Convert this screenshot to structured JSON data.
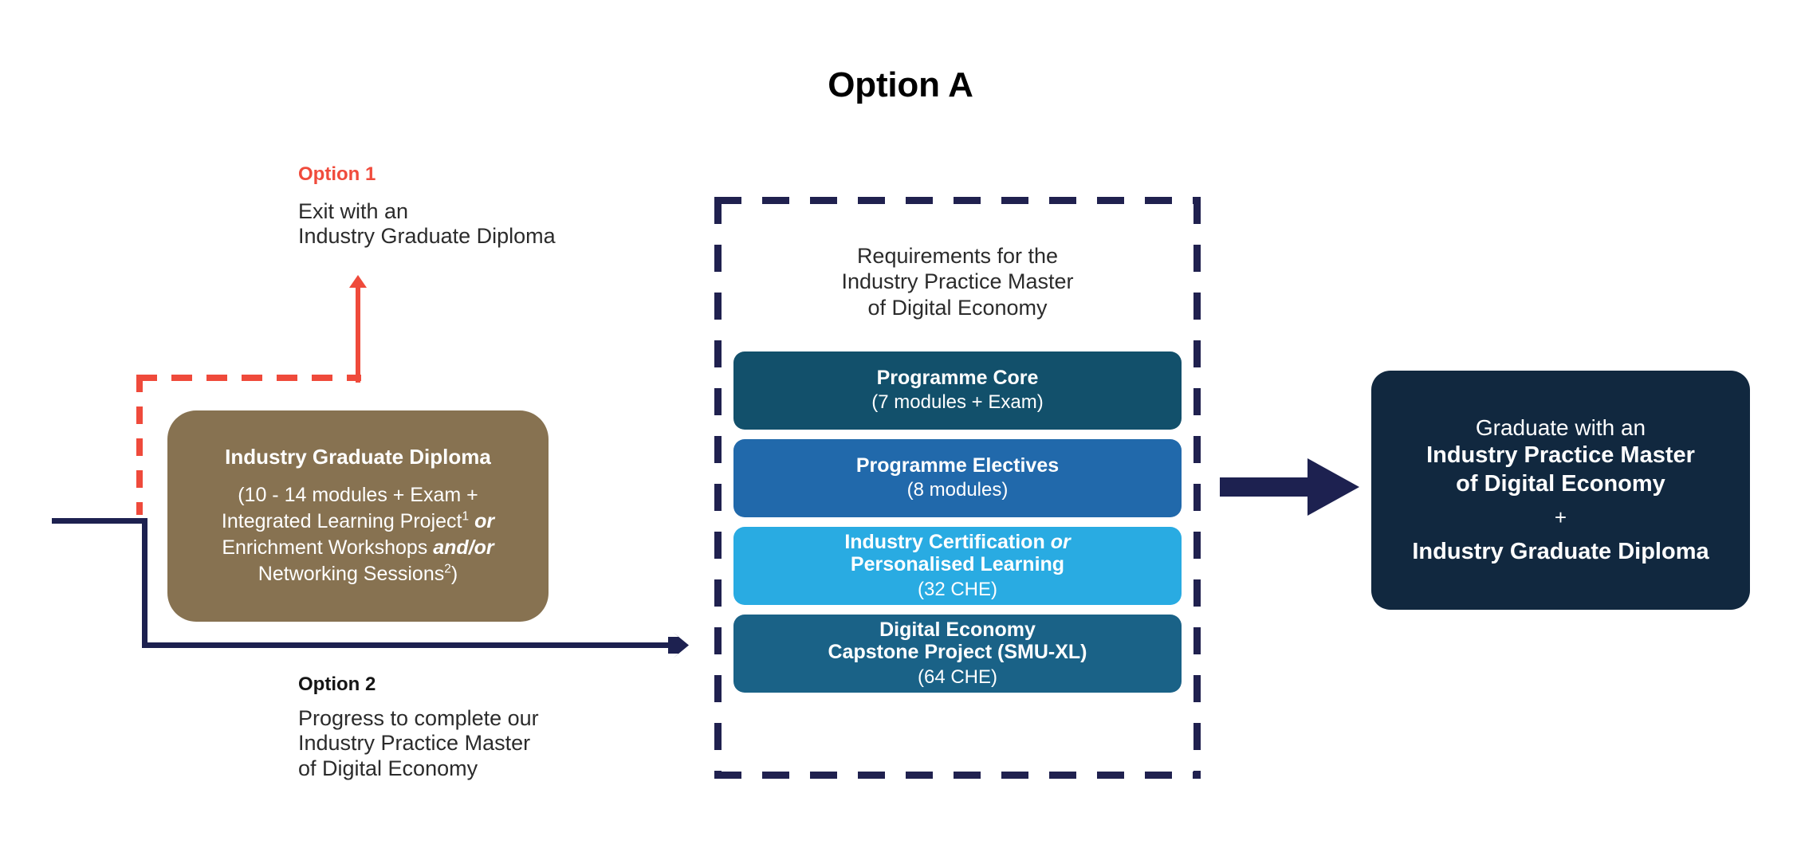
{
  "page": {
    "title": "Option A",
    "background_color": "#ffffff"
  },
  "colors": {
    "option1_accent": "#f04b3c",
    "red_dashed_path": "#ef4a3b",
    "navy_path": "#1d2150",
    "dashed_container": "#20214f",
    "diploma_box": "#877251",
    "graduate_box": "#11283f",
    "module_core": "#12506b",
    "module_electives": "#2169ab",
    "module_certification": "#29ABE2",
    "module_capstone": "#1a6287"
  },
  "option1": {
    "kicker": "Option 1",
    "description_line1": "Exit with an",
    "description_line2": "Industry Graduate Diploma"
  },
  "option2": {
    "kicker": "Option 2",
    "description_line1": "Progress to complete our",
    "description_line2": "Industry Practice Master",
    "description_line3": "of Digital Economy"
  },
  "diploma_box": {
    "title": "Industry Graduate Diploma",
    "detail_line1": "(10 - 14 modules + Exam +",
    "detail_line2_plain": "Integrated Learning Project",
    "detail_line2_sup": "1",
    "detail_line2_em": "or",
    "detail_line3_plain": "Enrichment Workshops",
    "detail_line3_em": "and/or",
    "detail_line4_plain": "Networking Sessions",
    "detail_line4_sup": "2",
    "detail_line4_tail": ")"
  },
  "requirements": {
    "heading_line1": "Requirements for the",
    "heading_line2": "Industry Practice Master",
    "heading_line3": "of Digital Economy",
    "modules": [
      {
        "title": "Programme Core",
        "title_em": "",
        "title_tail": "",
        "subtitle": "(7 modules + Exam)",
        "color": "#12506b",
        "height": 98
      },
      {
        "title": "Programme Electives",
        "title_em": "",
        "title_tail": "",
        "subtitle": "(8 modules)",
        "color": "#2169ab",
        "height": 98
      },
      {
        "title": "Industry Certification ",
        "title_em": "or",
        "title_tail": "Personalised Learning",
        "subtitle": "(32 CHE)",
        "color": "#29ABE2",
        "height": 98
      },
      {
        "title": "Digital Economy",
        "title_em": "",
        "title_tail": "Capstone Project (SMU-XL)",
        "subtitle": "(64 CHE)",
        "color": "#1a6287",
        "height": 98
      }
    ]
  },
  "graduate_box": {
    "line1": "Graduate with an",
    "line2": "Industry Practice Master",
    "line3": "of Digital Economy",
    "plus": "+",
    "line4": "Industry Graduate Diploma"
  },
  "icons": {
    "red_exit_arrow": "arrow-up-icon",
    "navy_progress_arrow": "arrow-right-icon",
    "graduate_arrow": "arrow-right-thick-icon"
  }
}
